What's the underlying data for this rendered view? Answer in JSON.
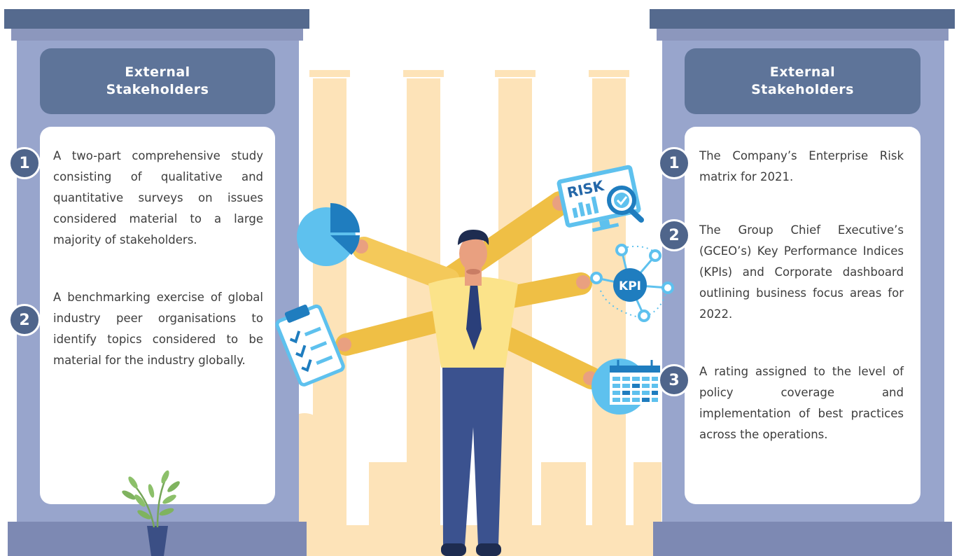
{
  "left": {
    "header": {
      "line1": "External",
      "line2": "Stakeholders"
    },
    "items": [
      {
        "number": "1",
        "text": "A two-part comprehensive study consisting of qualitative and quantitative surveys on issues considered material to a large majority of stakeholders."
      },
      {
        "number": "2",
        "text": "A benchmarking exercise of global industry peer organisations to identify topics considered to be material for the industry globally."
      }
    ]
  },
  "right": {
    "header": {
      "line1": "External",
      "line2": "Stakeholders"
    },
    "items": [
      {
        "number": "1",
        "text": "The Company’s Enterprise Risk matrix for 2021."
      },
      {
        "number": "2",
        "text": "The Group Chief Executive’s (GCEO’s) Key Performance Indices (KPIs) and Corporate dashboard outlining business focus areas for 2022."
      },
      {
        "number": "3",
        "text": "A rating assigned to the level of policy coverage and implementation of best practices across the operations."
      }
    ]
  },
  "illustration": {
    "risk_label": "RISK",
    "kpi_label": "KPI",
    "icons": [
      "pie-chart-icon",
      "risk-monitor-icon",
      "kpi-network-icon",
      "checklist-icon",
      "calendar-icon",
      "plant-icon"
    ]
  },
  "colors": {
    "pillar": "#98a5cc",
    "header": "#5e7499",
    "badge": "#4f658b",
    "background_columns": "#fde3b8",
    "accent_blue": "#5ec1ee"
  }
}
